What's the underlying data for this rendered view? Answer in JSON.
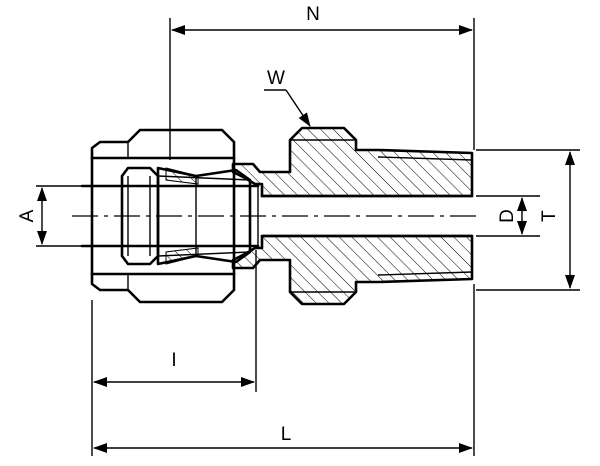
{
  "drawing": {
    "subject": "compression-fitting-male-connector",
    "labels": {
      "N": "N",
      "W": "W",
      "A": "A",
      "D": "D",
      "T": "T",
      "I": "I",
      "L": "L"
    },
    "colors": {
      "line": "#000000",
      "background": "#ffffff"
    }
  }
}
